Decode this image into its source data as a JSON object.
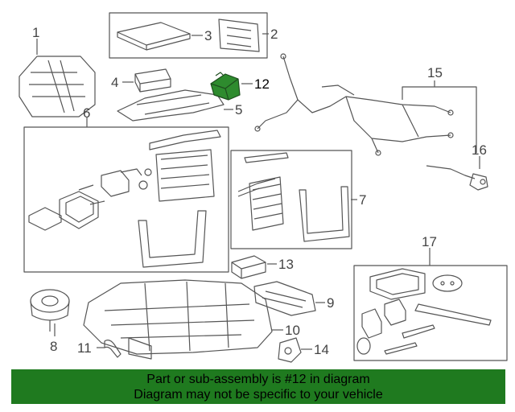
{
  "callouts": {
    "c1": "1",
    "c2": "2",
    "c3": "3",
    "c4": "4",
    "c5": "5",
    "c6": "6",
    "c7": "7",
    "c8": "8",
    "c9": "9",
    "c10": "10",
    "c11": "11",
    "c12": "12",
    "c13": "13",
    "c14": "14",
    "c15": "15",
    "c16": "16",
    "c17": "17"
  },
  "highlighted_part": "12",
  "colors": {
    "highlight": "#2e8b2e",
    "banner": "#1f7a1f",
    "line": "#555555"
  },
  "banner": {
    "line1": "Part or sub-assembly is #12 in diagram",
    "line2": "Diagram may not be specific to your vehicle"
  }
}
